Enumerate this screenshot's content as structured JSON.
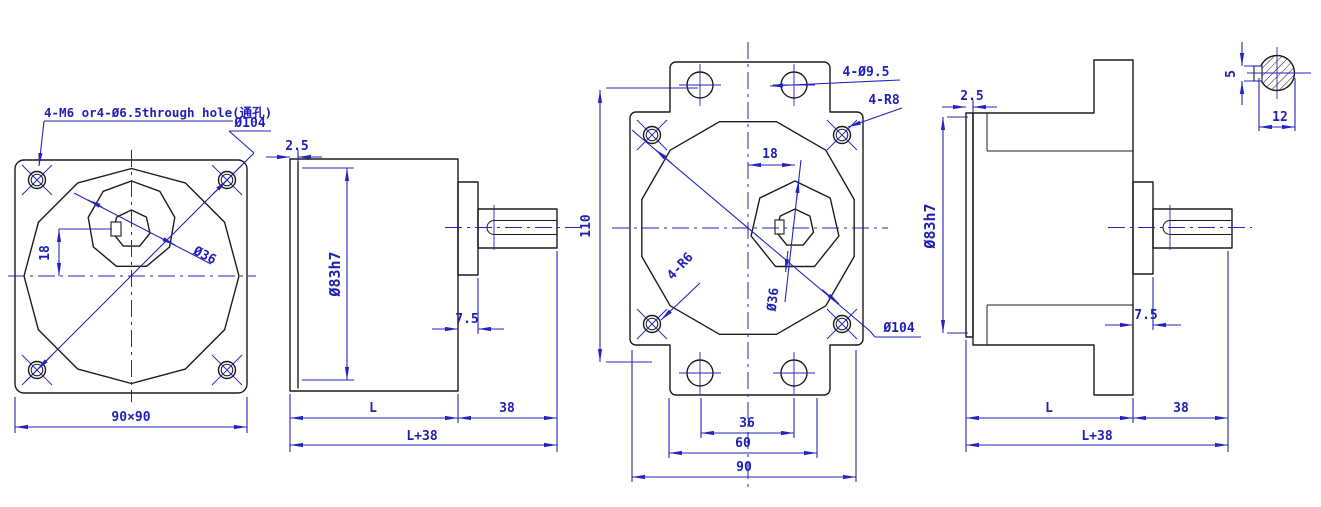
{
  "title": "gear-motor-dimension-drawing",
  "colors": {
    "geometry_line": "#1b1b1b",
    "dimension_line": "#2323bd",
    "text": "#1f1fb5",
    "background": "#ffffff"
  },
  "views": {
    "v1": {
      "note": "4-M6 or4-Ø6.5through hole(通孔)",
      "d104": "Ø104",
      "d36": "Ø36",
      "off": "18",
      "size": "90×90"
    },
    "v2": {
      "t": "2.5",
      "pilot": "Ø83h7",
      "boss": "7.5",
      "L": "L",
      "shaft": "38",
      "total": "L+38"
    },
    "v3": {
      "tab_holes": "4-Ø9.5",
      "r8": "4-R8",
      "off": "18",
      "h": "110",
      "r6": "4-R6",
      "d36": "Ø36",
      "d104": "Ø104",
      "s36": "36",
      "s60": "60",
      "s90": "90"
    },
    "v4": {
      "t": "2.5",
      "pilot": "Ø83h7",
      "boss": "7.5",
      "L": "L",
      "shaft": "38",
      "total": "L+38"
    },
    "detail": {
      "flat": "5",
      "dia": "12"
    }
  }
}
